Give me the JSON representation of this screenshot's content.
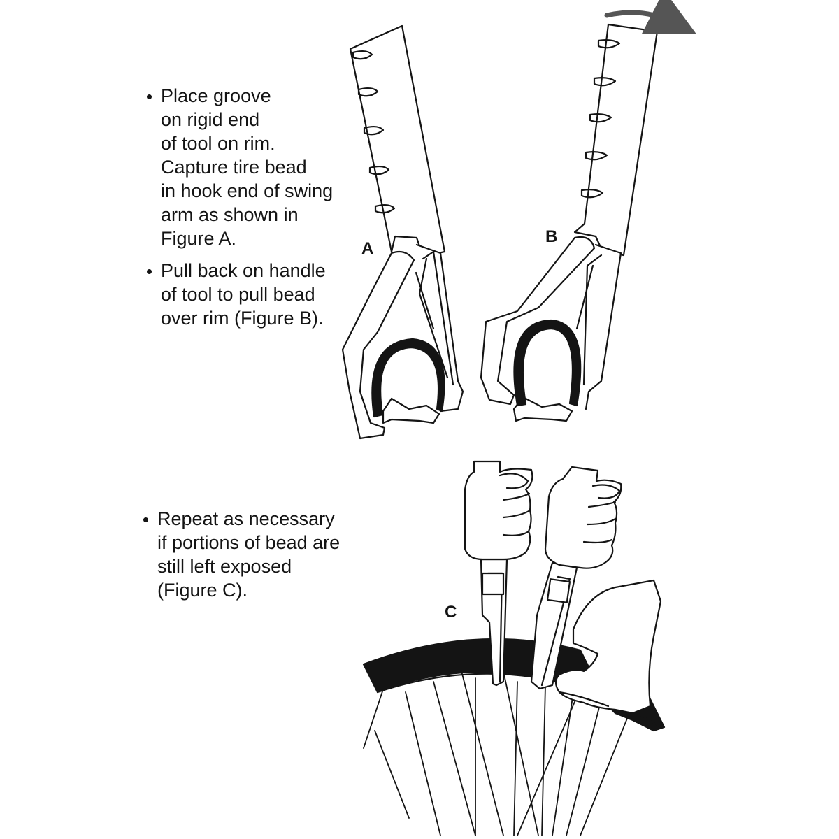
{
  "instructions_top": [
    {
      "lines": [
        "Place groove",
        "on rigid end",
        "of tool on rim.",
        "Capture tire bead",
        "in hook end of swing",
        "arm as shown in",
        "Figure A."
      ]
    },
    {
      "lines": [
        "Pull back on handle",
        "of tool to pull bead",
        "over rim (Figure B)."
      ]
    }
  ],
  "instructions_bottom": [
    {
      "lines": [
        "Repeat as necessary",
        "if portions of bead are",
        "still left exposed",
        "(Figure C)."
      ]
    }
  ],
  "figure_labels": {
    "a": "A",
    "b": "B",
    "c": "C"
  },
  "colors": {
    "ink": "#141414",
    "paper": "#ffffff",
    "arrow": "#555555"
  }
}
